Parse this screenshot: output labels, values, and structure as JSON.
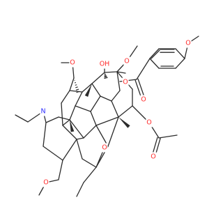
{
  "molecule": {
    "background": "#ffffff",
    "colors": {
      "carbon_bond": "#2b2b2b",
      "oxygen": "#ff2a2a",
      "nitrogen": "#2b2bff"
    },
    "atom_labels": {
      "hydroxyl": "OH",
      "methoxy_top": "O",
      "methoxy_left": "O",
      "ester_oxygen_benzoate": "O",
      "carbonyl_benzoate": "O",
      "methoxy_aryl": "O",
      "acetoxy_oxygen": "O",
      "acetyl_carbonyl": "O",
      "methoxy_bottom": "O",
      "methoxymethyl_oxygen": "O",
      "amine_nitrogen": "N"
    }
  }
}
